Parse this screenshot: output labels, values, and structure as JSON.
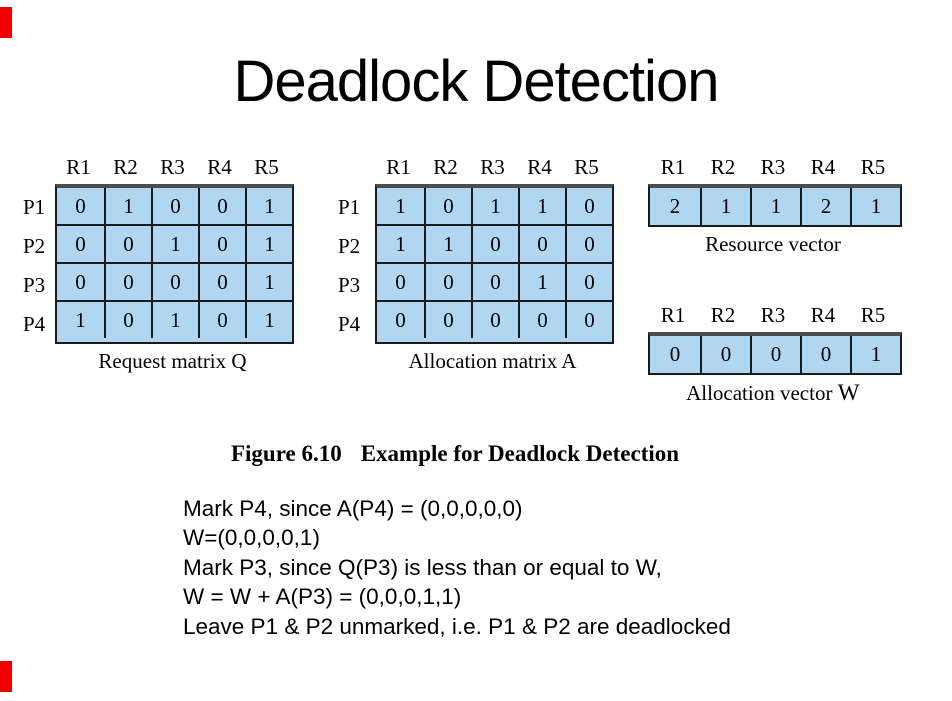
{
  "title": "Deadlock Detection",
  "colors": {
    "cell-fill": "#b1d6f2",
    "grid-line": "#1a1a1a",
    "grid-top": "#4d4d4d",
    "edge-marker": "#f00000"
  },
  "columns": [
    "R1",
    "R2",
    "R3",
    "R4",
    "R5"
  ],
  "row_labels": [
    "P1",
    "P2",
    "P3",
    "P4"
  ],
  "request_matrix": {
    "caption": "Request matrix Q",
    "rows": [
      [
        0,
        1,
        0,
        0,
        1
      ],
      [
        0,
        0,
        1,
        0,
        1
      ],
      [
        0,
        0,
        0,
        0,
        1
      ],
      [
        1,
        0,
        1,
        0,
        1
      ]
    ]
  },
  "allocation_matrix": {
    "caption": "Allocation matrix A",
    "rows": [
      [
        1,
        0,
        1,
        1,
        0
      ],
      [
        1,
        1,
        0,
        0,
        0
      ],
      [
        0,
        0,
        0,
        1,
        0
      ],
      [
        0,
        0,
        0,
        0,
        0
      ]
    ]
  },
  "resource_vector": {
    "caption": "Resource vector",
    "values": [
      2,
      1,
      1,
      2,
      1
    ]
  },
  "allocation_vector": {
    "caption": "Allocation vector",
    "caption_suffix": "W",
    "values": [
      0,
      0,
      0,
      0,
      1
    ]
  },
  "figure_caption": {
    "label": "Figure 6.10",
    "text": "Example for Deadlock Detection"
  },
  "notes": [
    "Mark P4, since A(P4) = (0,0,0,0,0)",
    "W=(0,0,0,0,1)",
    "Mark P3, since Q(P3) is less than or equal to W,",
    "W = W + A(P3) = (0,0,0,1,1)",
    "Leave P1 & P2 unmarked, i.e. P1 & P2 are deadlocked"
  ]
}
